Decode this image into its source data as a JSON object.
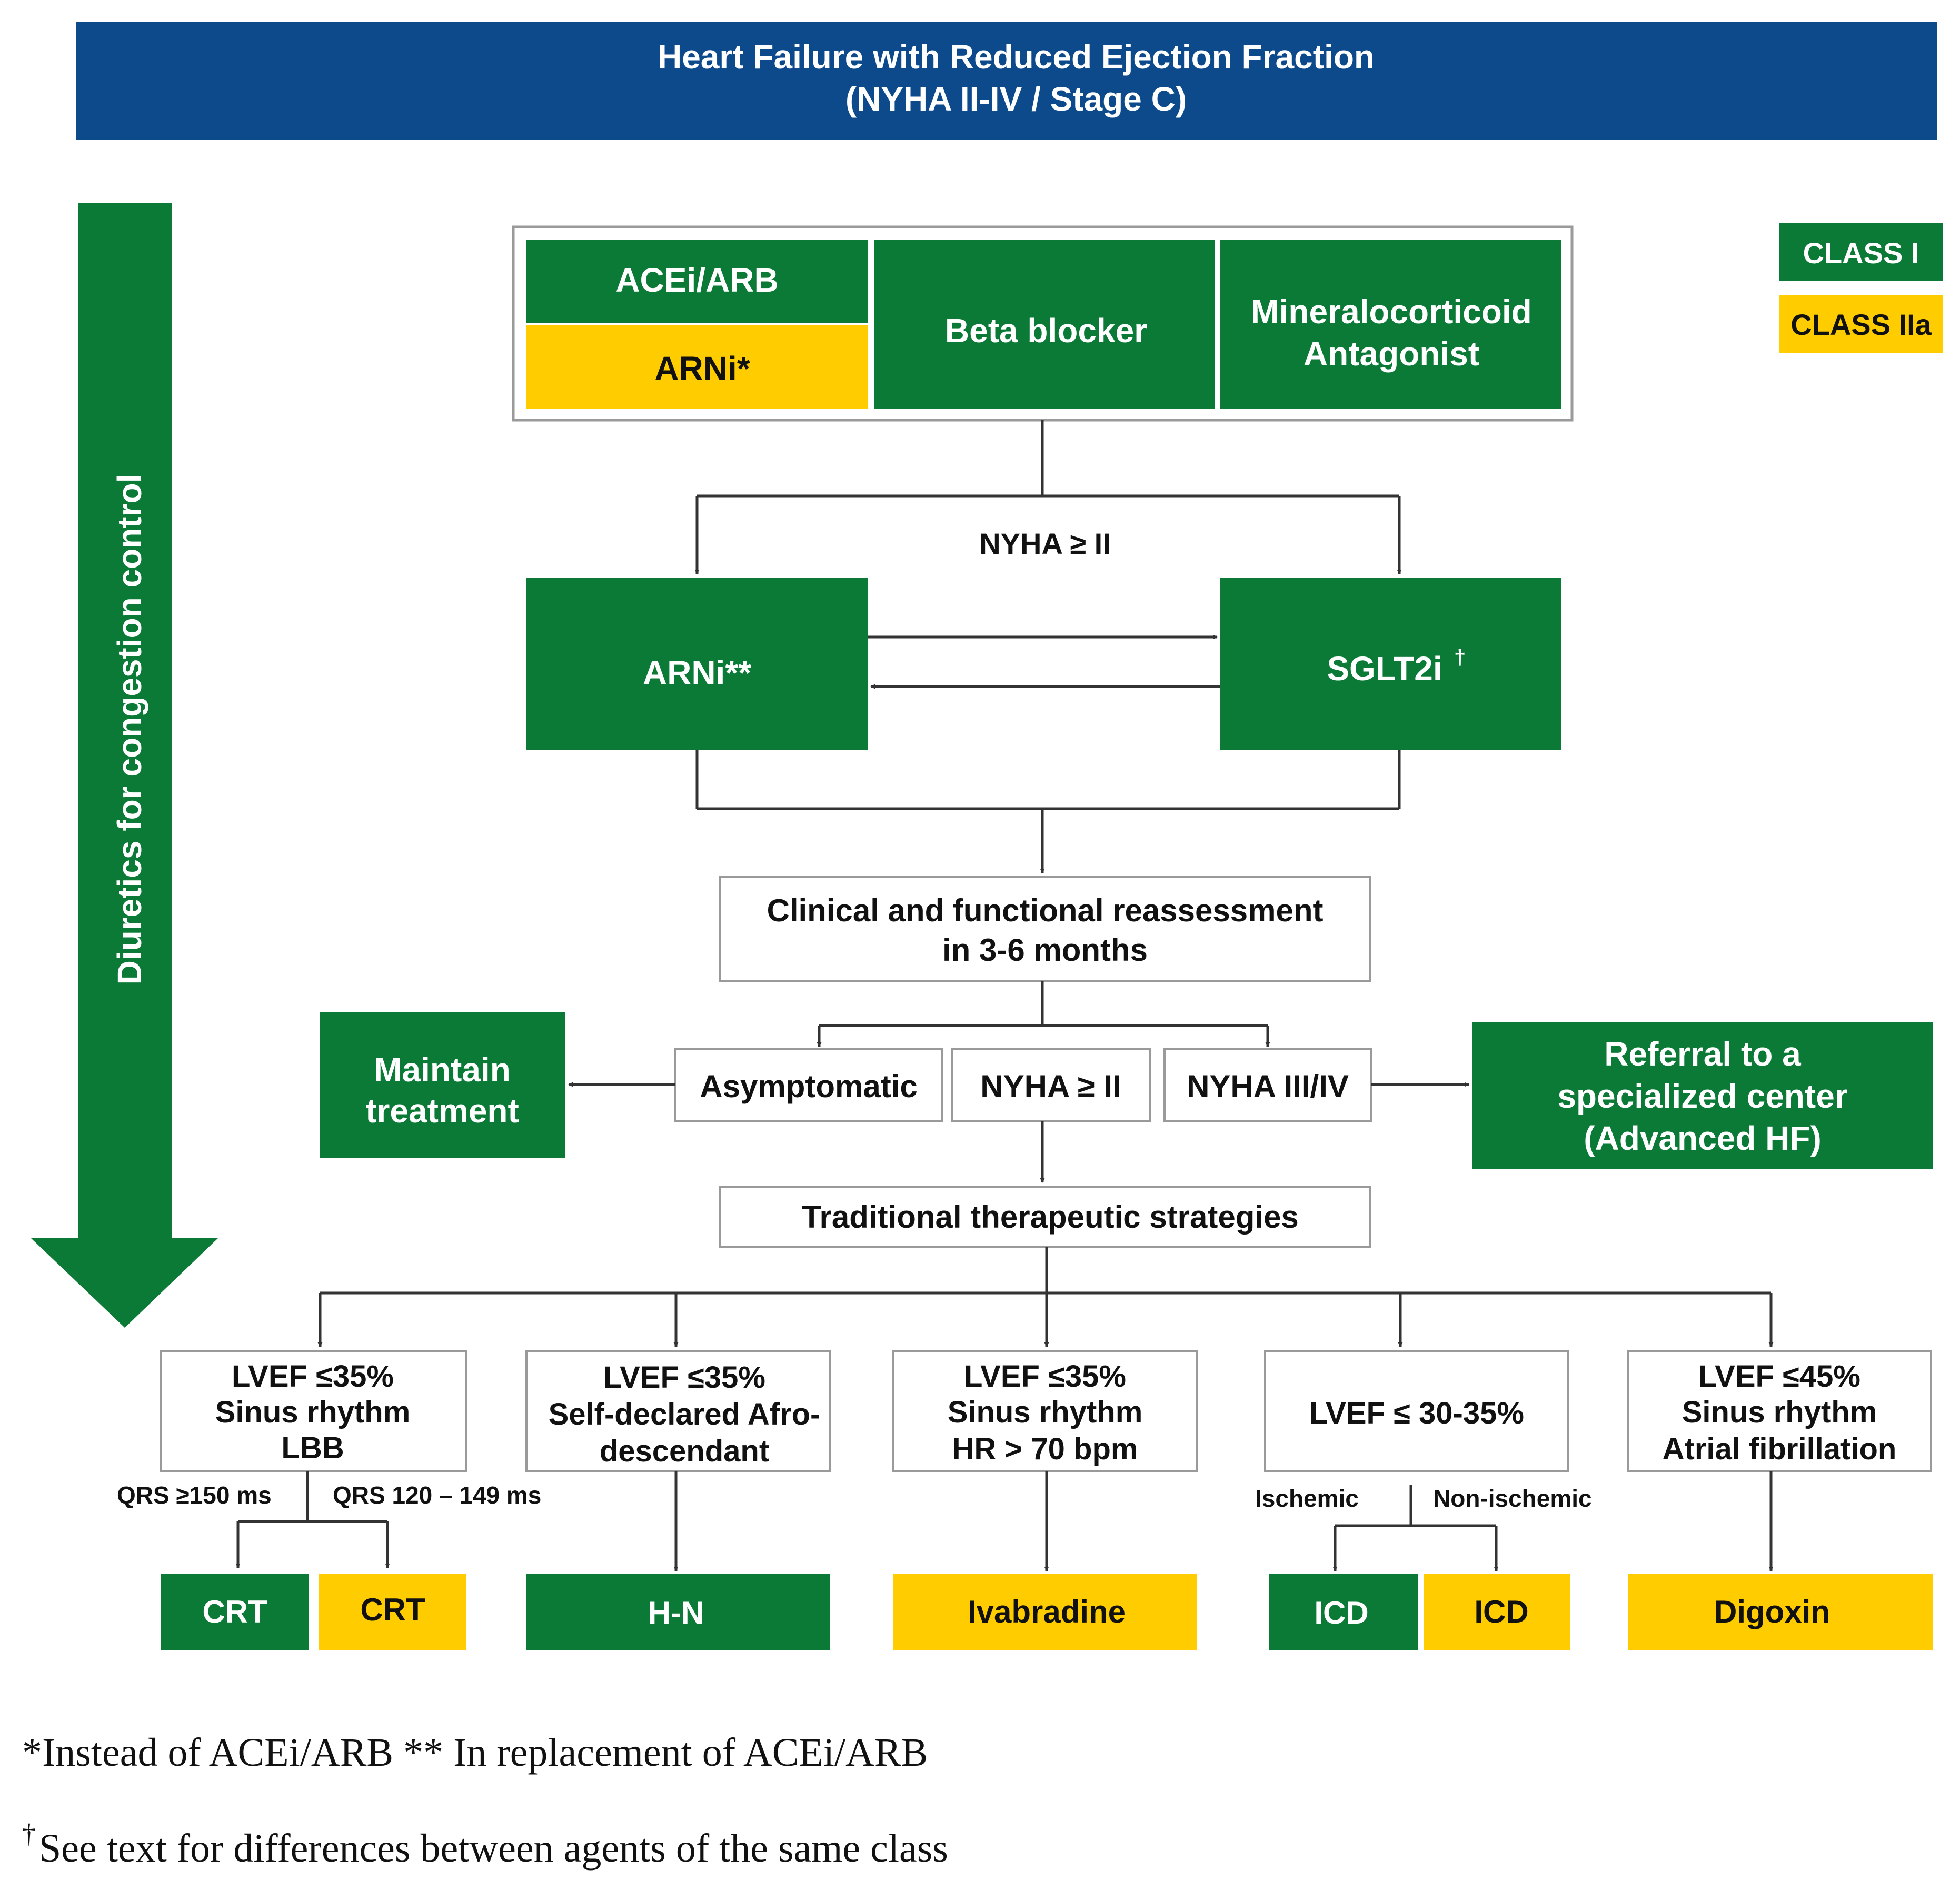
{
  "colors": {
    "class_i": "#0a7a36",
    "class_iia": "#ffcc00",
    "header": "#0d4a8c",
    "line": "#333333",
    "box_border": "#9a9a9a"
  },
  "header": {
    "line1": "Heart Failure with Reduced Ejection Fraction",
    "line2": "(NYHA II-IV / Stage C)"
  },
  "legend": {
    "class_i": "CLASS I",
    "class_iia": "CLASS IIa"
  },
  "diuretics_label": "Diuretics for congestion control",
  "initial_therapy": {
    "acei_arb": "ACEi/ARB",
    "arni_star": "ARNi*",
    "beta_blocker": "Beta blocker",
    "mra_line1": "Mineralocorticoid",
    "mra_line2": "Antagonist"
  },
  "nyha_branch_label": "NYHA ≥ II",
  "arni2": "ARNi**",
  "sglt2i": "SGLT2i",
  "sglt2i_mark": "†",
  "reassessment": {
    "line1": "Clinical and functional reassessment",
    "line2": "in 3-6 months"
  },
  "outcomes": {
    "asymptomatic": "Asymptomatic",
    "nyha_ge2": "NYHA ≥ II",
    "nyha_3_4": "NYHA III/IV"
  },
  "maintain": {
    "line1": "Maintain",
    "line2": "treatment"
  },
  "referral": {
    "line1": "Referral to a",
    "line2": "specialized center",
    "line3": "(Advanced HF)"
  },
  "traditional": "Traditional therapeutic strategies",
  "criteria": {
    "crt": {
      "line1": "LVEF ≤35%",
      "line2": "Sinus rhythm",
      "line3": "LBB"
    },
    "hn": {
      "line1": "LVEF ≤35%",
      "line2": "Self-declared Afro-",
      "line3": "descendant"
    },
    "ivabradine": {
      "line1": "LVEF ≤35%",
      "line2": "Sinus rhythm",
      "line3": "HR > 70 bpm"
    },
    "icd": {
      "line1": "LVEF ≤ 30-35%"
    },
    "digoxin": {
      "line1": "LVEF ≤45%",
      "line2": "Sinus rhythm",
      "line3": "Atrial fibrillation"
    }
  },
  "sublabels": {
    "qrs_ge150": "QRS ≥150 ms",
    "qrs_120_149": "QRS 120 – 149 ms",
    "ischemic": "Ischemic",
    "non_ischemic": "Non-ischemic"
  },
  "therapies": {
    "crt_class1": "CRT",
    "crt_class2a": "CRT",
    "hn": "H-N",
    "ivabradine": "Ivabradine",
    "icd_class1": "ICD",
    "icd_class2a": "ICD",
    "digoxin": "Digoxin"
  },
  "footnotes": {
    "line1": "*Instead of ACEi/ARB ** In replacement of ACEi/ARB",
    "line2_mark": "†",
    "line2": " See text for differences between agents of the same class"
  }
}
